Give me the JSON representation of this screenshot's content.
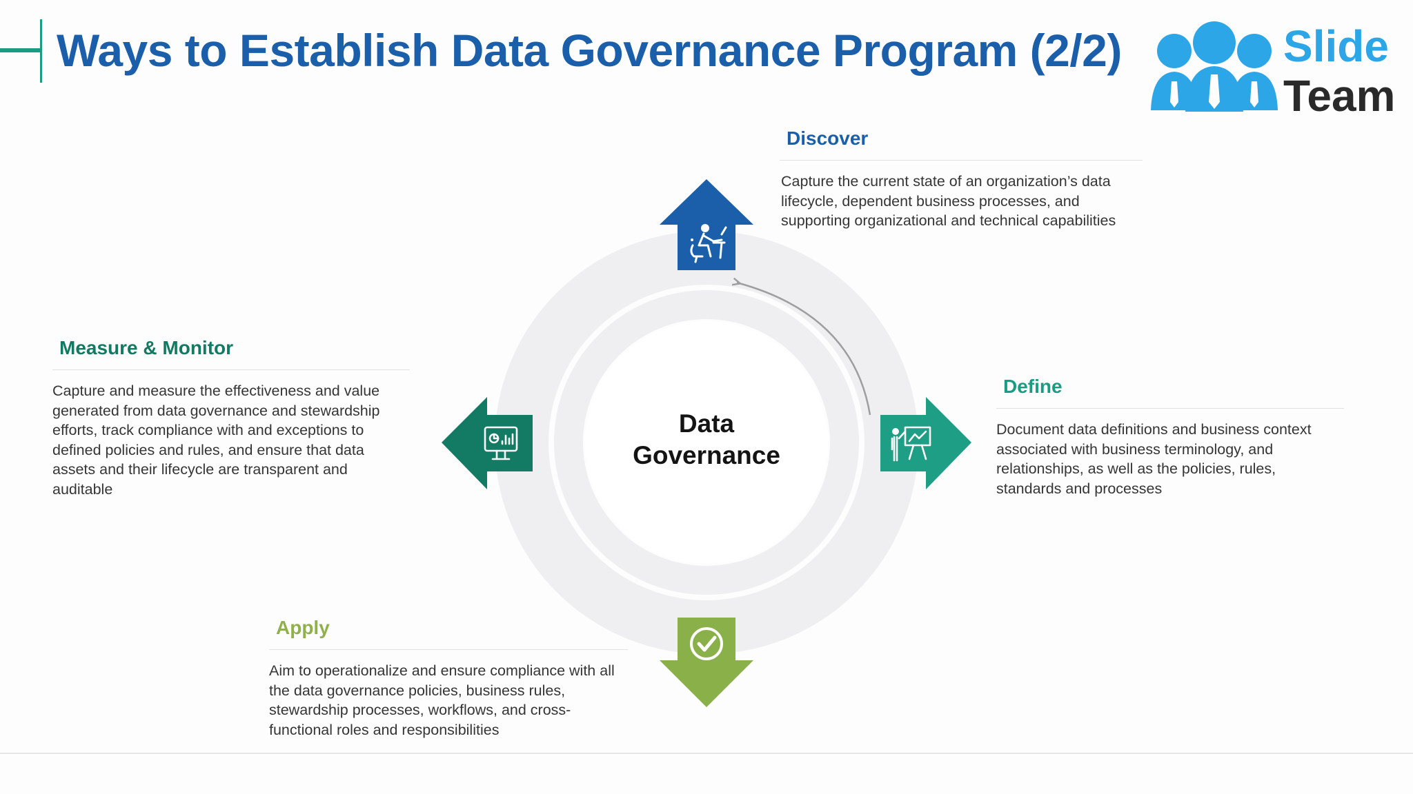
{
  "title": "Ways to Establish Data Governance Program (2/2)",
  "logo": {
    "line1": "Slide",
    "line2": "Team"
  },
  "center": {
    "line1": "Data",
    "line2": "Governance"
  },
  "steps": [
    {
      "key": "discover",
      "heading": "Discover",
      "text": "Capture the current state of an organization’s data lifecycle, dependent business processes, and supporting organizational and technical capabilities",
      "color": "#1b5faa",
      "icon": "person-at-computer-icon"
    },
    {
      "key": "define",
      "heading": "Define",
      "text": "Document data definitions and business context associated with business terminology, and relationships, as well as the policies, rules, standards and processes",
      "color": "#1e9e84",
      "icon": "presentation-board-icon"
    },
    {
      "key": "apply",
      "heading": "Apply",
      "text": "Aim to operationalize and ensure compliance with all the data governance policies, business rules, stewardship processes, workflows, and cross-functional roles and responsibilities",
      "color": "#8ab04a",
      "icon": "check-circle-icon"
    },
    {
      "key": "measure",
      "heading": "Measure & Monitor",
      "text": "Capture and measure the effectiveness and value generated from data governance and stewardship efforts, track compliance with and exceptions to defined policies and rules, and ensure that data assets and their lifecycle are transparent and auditable",
      "color": "#137a64",
      "icon": "monitor-chart-icon"
    }
  ],
  "colors": {
    "title": "#1b5faa",
    "accent": "#1a9c83",
    "ring": "#efeff1",
    "logo_blue": "#2da6e8"
  }
}
